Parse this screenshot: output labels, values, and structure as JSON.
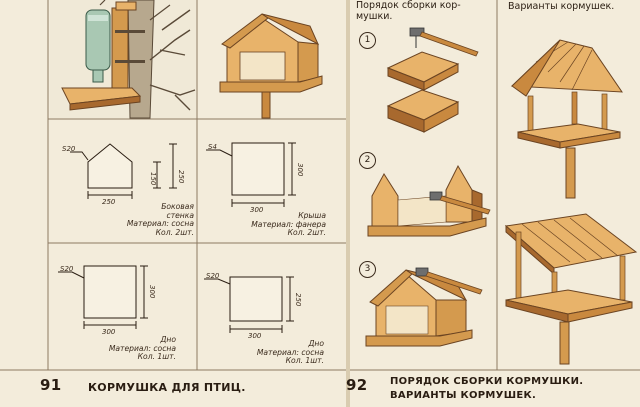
{
  "page91": {
    "number": "91",
    "caption": "КОРМУШКА ДЛЯ ПТИЦ.",
    "side_wall": {
      "corner": "S20",
      "width": "250",
      "height": "250",
      "inner_height": "150",
      "label": "Боковая\nстенка\nМатериал: сосна\nКол. 2шт."
    },
    "roof": {
      "corner": "S4",
      "width": "300",
      "height": "300",
      "label": "Крыша\nМатериал: фанера\nКол. 2шт."
    },
    "bottom": {
      "corner": "S20",
      "width": "300",
      "height": "300",
      "label": "Дно\nМатериал: сосна\nКол. 1шт."
    },
    "bottom2": {
      "corner": "S20",
      "width": "300",
      "height": "250",
      "label": "Дно\nМатериал: сосна\nКол. 1шт."
    }
  },
  "page92": {
    "number": "92",
    "caption_line1": "ПОРЯДОК СБОРКИ КОРМУШКИ.",
    "caption_line2": "ВАРИАНТЫ КОРМУШЕК.",
    "header_left": "Порядок сборки кор-\nмушки.",
    "header_right": "Варианты кормушек.",
    "steps": [
      "1",
      "2",
      "3"
    ]
  },
  "colors": {
    "wood_light": "#e8b36a",
    "wood_mid": "#d49a4e",
    "wood_dark": "#a8692e",
    "ink": "#3a2a1c",
    "paper": "#f3ecdb"
  }
}
